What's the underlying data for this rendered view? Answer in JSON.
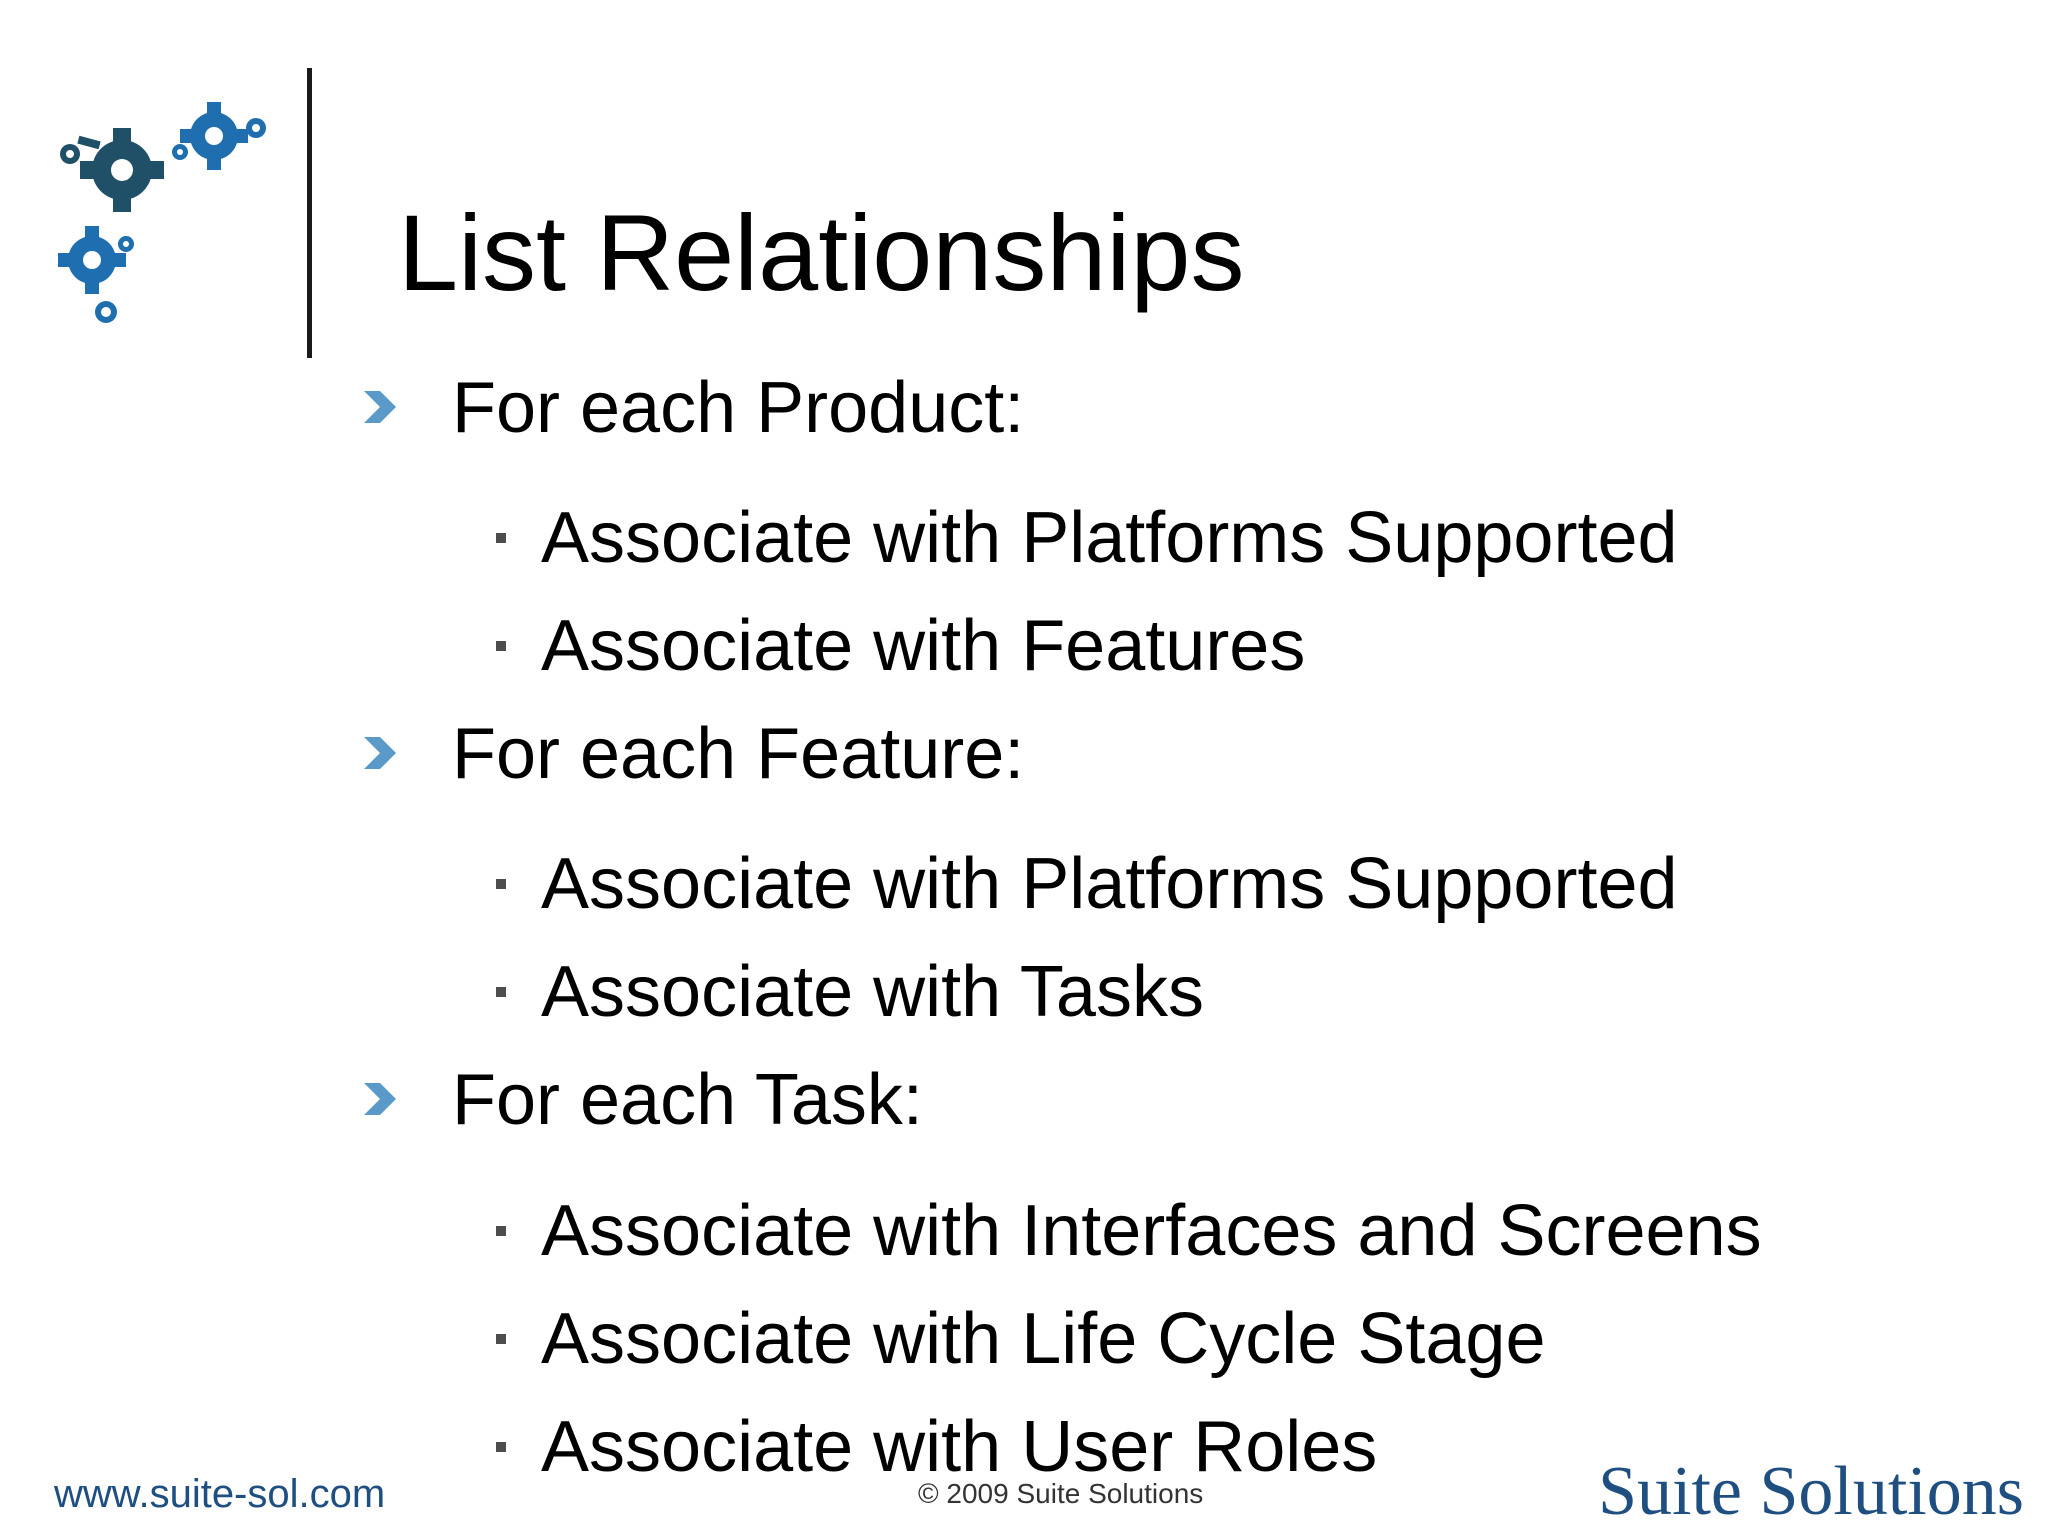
{
  "slide": {
    "title": "List Relationships",
    "items": [
      {
        "level": 1,
        "text": "For each Product:"
      },
      {
        "level": 2,
        "text": "Associate with Platforms Supported"
      },
      {
        "level": 2,
        "text": "Associate with Features"
      },
      {
        "level": 1,
        "text": "For each Feature:"
      },
      {
        "level": 2,
        "text": "Associate with Platforms Supported"
      },
      {
        "level": 2,
        "text": "Associate with Tasks"
      },
      {
        "level": 1,
        "text": "For each Task:"
      },
      {
        "level": 2,
        "text": "Associate with Interfaces and Screens"
      },
      {
        "level": 2,
        "text": "Associate with Life Cycle Stage"
      },
      {
        "level": 2,
        "text": "Associate with User Roles"
      }
    ]
  },
  "footer": {
    "url": "www.suite-sol.com",
    "copyright": "© 2009 Suite Solutions",
    "brand": "Suite Solutions"
  },
  "icons": {
    "logo": "gears-logo-icon",
    "level1_bullet": "chevron-right-icon",
    "level2_bullet": "square-bullet-icon"
  },
  "colors": {
    "brand_blue": "#1e4f80",
    "gear_dark": "#1f5068",
    "gear_blue": "#1f6fb0",
    "chevron": "#5a9ac8",
    "text": "#000000"
  }
}
